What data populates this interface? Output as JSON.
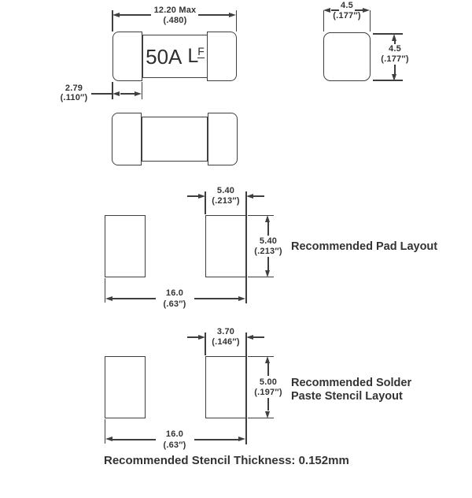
{
  "colors": {
    "ink": "#3f3f3f",
    "background": "#ffffff"
  },
  "fuse_top_view": {
    "marking": "50A",
    "logo_l": "L",
    "logo_f": "F",
    "length_mm": "12.20 Max",
    "length_in": "(.480)",
    "cap_mm": "2.79",
    "cap_in": "(.110″)"
  },
  "end_view": {
    "width_mm": "4.5",
    "width_in": "(.177″)",
    "height_mm": "4.5",
    "height_in": "(.177″)"
  },
  "pad_layout": {
    "label": "Recommended Pad Layout",
    "width_mm": "5.40",
    "width_in": "(.213″)",
    "height_mm": "5.40",
    "height_in": "(.213″)",
    "span_mm": "16.0",
    "span_in": "(.63″)"
  },
  "stencil_layout": {
    "label_line1": "Recommended Solder",
    "label_line2": "Paste Stencil Layout",
    "width_mm": "3.70",
    "width_in": "(.146″)",
    "height_mm": "5.00",
    "height_in": "(.197″)",
    "span_mm": "16.0",
    "span_in": "(.63″)"
  },
  "footer": {
    "note": "Recommended Stencil Thickness: 0.152mm"
  }
}
